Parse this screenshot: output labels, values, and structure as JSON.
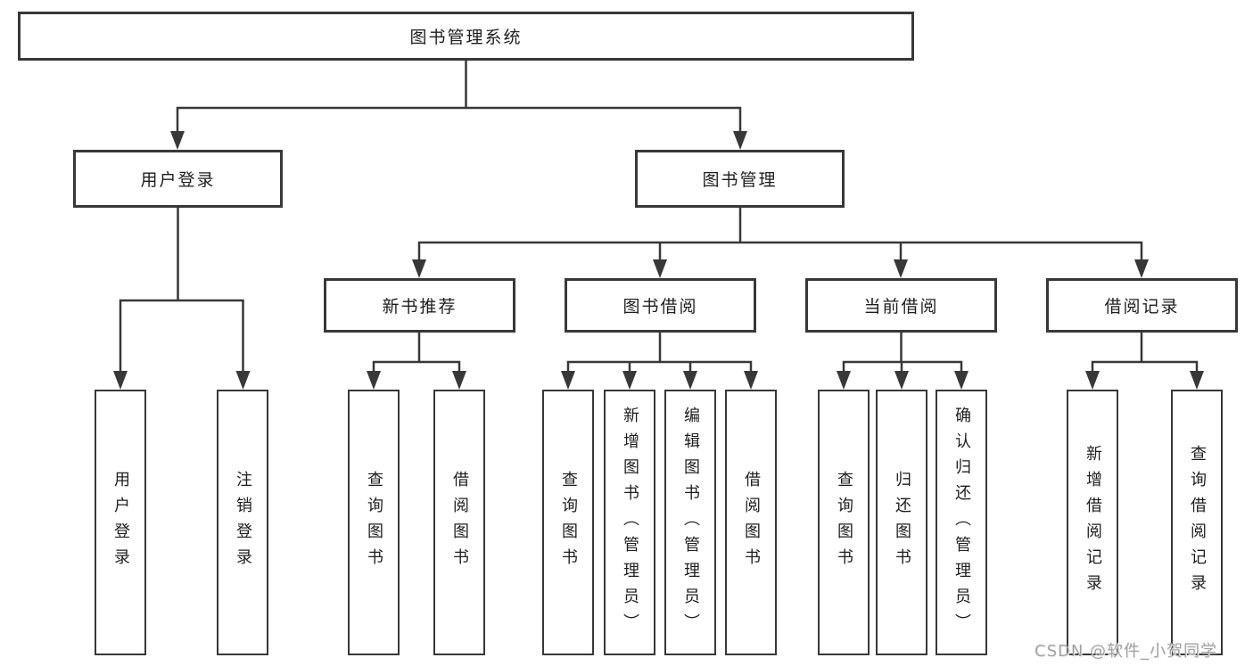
{
  "tree": {
    "label": "图书管理系统",
    "children": [
      {
        "label": "用户登录",
        "children": [
          {
            "label": "用户登录"
          },
          {
            "label": "注销登录"
          }
        ]
      },
      {
        "label": "图书管理",
        "children": [
          {
            "label": "新书推荐",
            "children": [
              {
                "label": "查询图书"
              },
              {
                "label": "借阅图书"
              }
            ]
          },
          {
            "label": "图书借阅",
            "children": [
              {
                "label": "查询图书"
              },
              {
                "label": "新增图书（管理员）"
              },
              {
                "label": "编辑图书（管理员）"
              },
              {
                "label": "借阅图书"
              }
            ]
          },
          {
            "label": "当前借阅",
            "children": [
              {
                "label": "查询图书"
              },
              {
                "label": "归还图书"
              },
              {
                "label": "确认归还（管理员）"
              }
            ]
          },
          {
            "label": "借阅记录",
            "children": [
              {
                "label": "新增借阅记录"
              },
              {
                "label": "查询借阅记录"
              }
            ]
          }
        ]
      }
    ]
  },
  "watermark": {
    "text": "CSDN @软件_小贺同学"
  },
  "colors": {
    "line": "#383838",
    "border": "#383838",
    "text": "#1e1e1e",
    "watermark": "#a3a3a3",
    "bg": "#ffffff"
  }
}
